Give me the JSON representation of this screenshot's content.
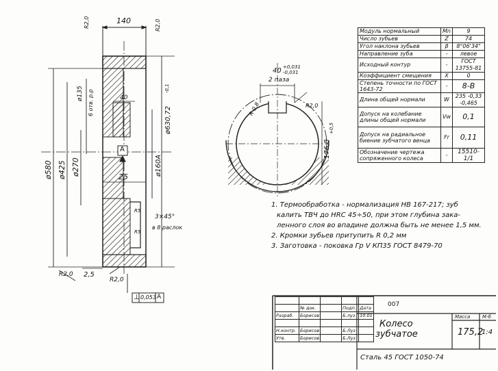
{
  "top_dims": {
    "width": "140",
    "r_left": "R2,0",
    "r_right": "R2,0"
  },
  "left_dims": {
    "d580": "ø580",
    "d425": "ø425",
    "d270": "ø270",
    "d135": "ø135",
    "holes": "6 отв. р.р"
  },
  "right_dims": {
    "d630": "ø630,72",
    "d630_tol": "-0,1",
    "d160": "ø160A"
  },
  "center_labels": {
    "dim40": "40",
    "dim25": "25",
    "base": "A"
  },
  "chamfer": {
    "r5_top": "R5",
    "r5_bottom": "R5",
    "chamfer": "3×45°",
    "note": "в 8 раслок"
  },
  "bottom_dims": {
    "r20": "R2,0",
    "d25": "2,5",
    "r22": "R2,0"
  },
  "tolerance_frame": {
    "symbol": "⊥",
    "value": "0,053",
    "base": "A"
  },
  "section": {
    "slot_dim": "40",
    "slot_tol_up": "+0,031",
    "slot_tol_dn": "-0,031",
    "slot_note": "2 паза",
    "r08": "R 0,8",
    "r20": "R2,0",
    "dim": "176,8",
    "dim_tol": "+0,5"
  },
  "params": [
    {
      "name": "Модуль нормальный",
      "sym": "Mn",
      "val": "9"
    },
    {
      "name": "Число зубьев",
      "sym": "Z",
      "val": "74"
    },
    {
      "name": "Угол наклона зубьев",
      "sym": "β",
      "val": "8°06'34\""
    },
    {
      "name": "Направление зуба",
      "sym": "-",
      "val": "левое"
    },
    {
      "name": "Исходный контур",
      "sym": "-",
      "val": "ГОСТ 13755-81"
    },
    {
      "name": "Коэффициент смещения",
      "sym": "X",
      "val": "0"
    },
    {
      "name": "Степень точности по ГОСТ 1643-72",
      "sym": "-",
      "val": "8-В"
    },
    {
      "name": "Длина общей нормали",
      "sym": "W",
      "val": "235 -0,33 -0,465"
    },
    {
      "name": "Допуск на колебание длины общей нормали",
      "sym": "Vw",
      "val": "0,1"
    },
    {
      "name": "Допуск на радиальное биение зубчатого венца",
      "sym": "Fr",
      "val": "0,11"
    },
    {
      "name": "Обозначение чертежа сопряженного колеса",
      "sym": "-",
      "val": "15510-1/1"
    }
  ],
  "notes": [
    "1. Термообработка - нормализация HB 167-217; зуб",
    "калить ТВЧ до HRC 45÷50, при этом глубина зака-",
    "ленного слоя во впадине должна быть не менее 1,5 мм.",
    "2. Кромки зубьев притупить R 0,2 мм",
    "3. Заготовка - поковка Гр V КП35 ГОСТ 8479-70"
  ],
  "title_block": {
    "number": "007",
    "name_line1": "Колесо",
    "name_line2": "зубчатое",
    "mass_label": "Масса",
    "scale_label": "М-б",
    "mass": "175,2",
    "scale": "1:4",
    "material": "Сталь 45 ГОСТ 1050-74",
    "head": [
      "№ док.",
      "Подп.",
      "Дата"
    ],
    "rows": [
      {
        "role": "Разраб.",
        "name": "Борисов",
        "sign": "Б.луз",
        "date": "10.01"
      },
      {
        "role": "",
        "name": "",
        "sign": "",
        "date": ""
      },
      {
        "role": "Н.контр.",
        "name": "Борисов",
        "sign": "Б.Луз",
        "date": ""
      },
      {
        "role": "Утв.",
        "name": "Борисов",
        "sign": "Б.Луз",
        "date": ""
      }
    ]
  }
}
